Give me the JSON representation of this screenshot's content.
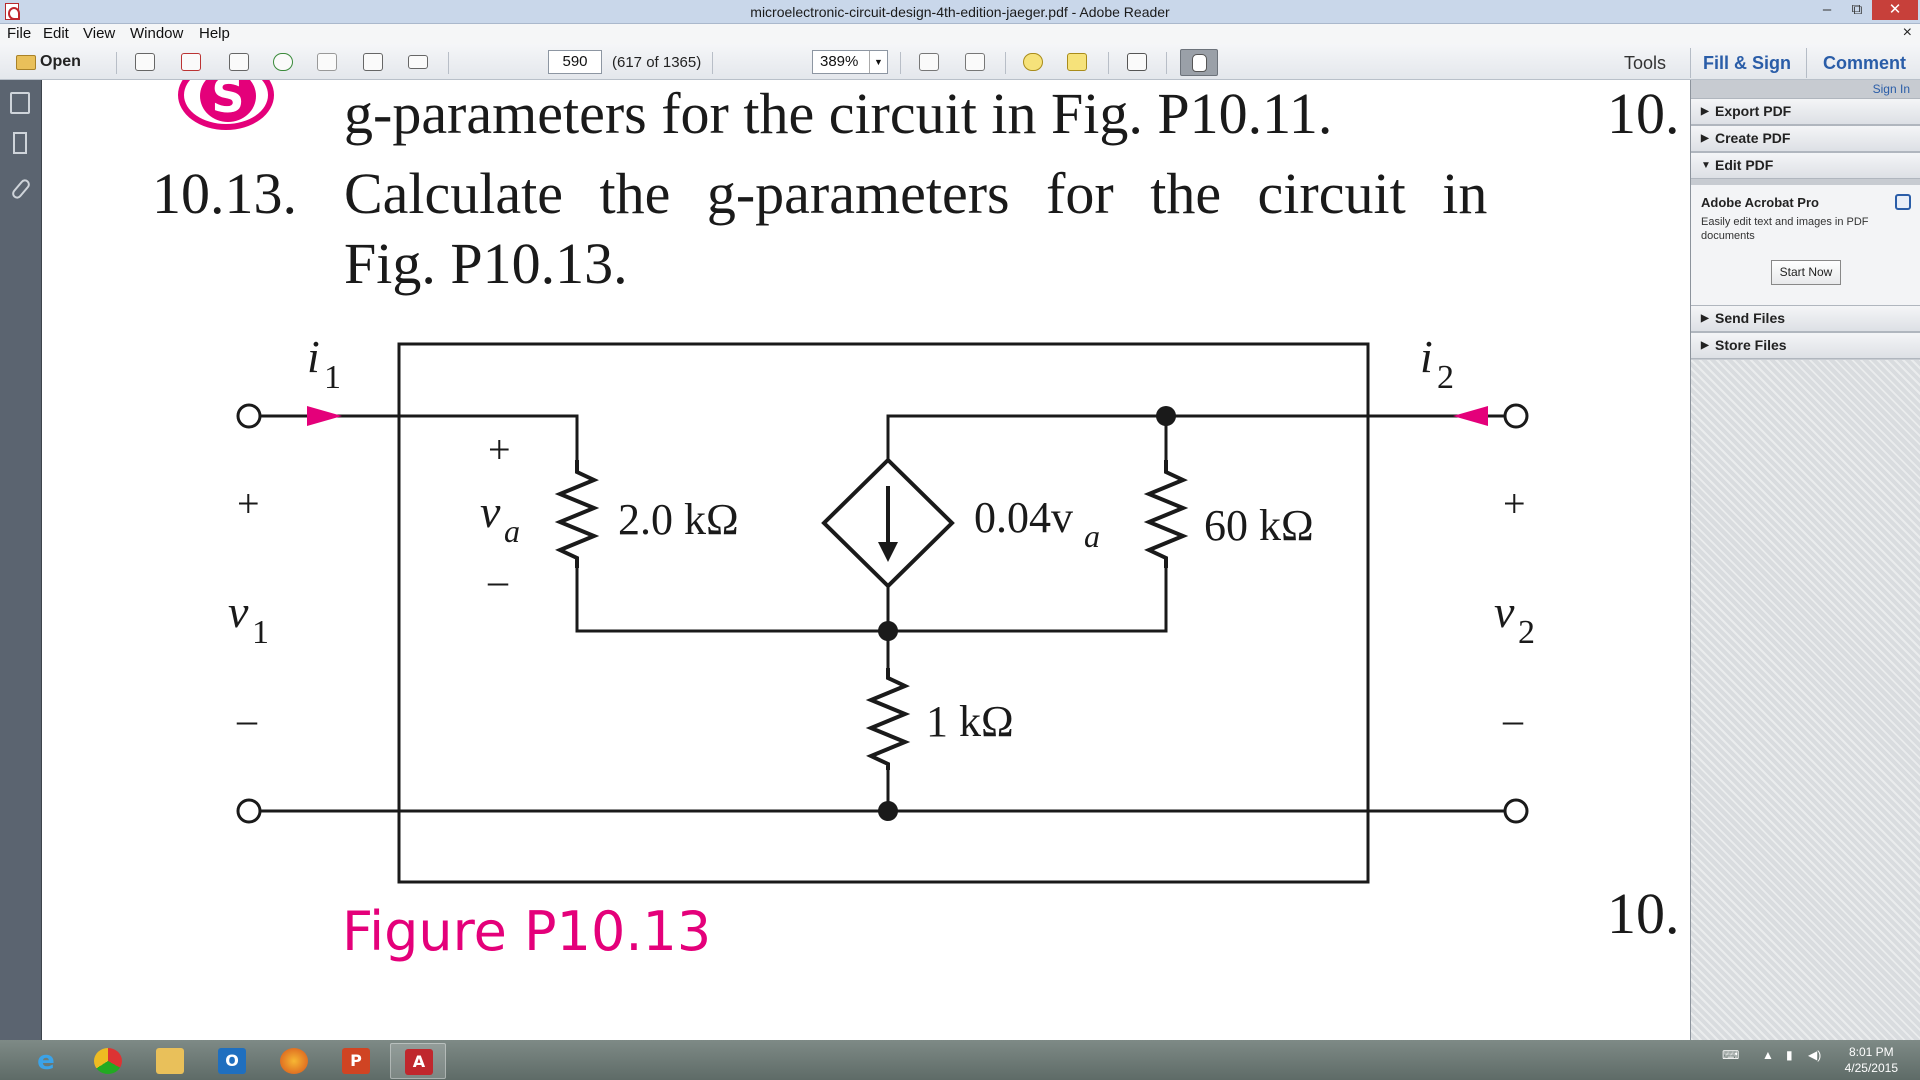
{
  "window": {
    "title": "microelectronic-circuit-design-4th-edition-jaeger.pdf - Adobe Reader",
    "minimize": "–",
    "restore": "⧉",
    "close": "✕"
  },
  "menu": {
    "items": [
      "File",
      "Edit",
      "View",
      "Window",
      "Help"
    ],
    "close": "×"
  },
  "toolbar": {
    "open_label": "Open",
    "page_number": "590",
    "page_count": "(617 of 1365)",
    "zoom": "389%",
    "nav": {
      "tools": "Tools",
      "fill_sign": "Fill & Sign",
      "comment": "Comment"
    }
  },
  "document": {
    "prev_problem_text": "g-parameters for the circuit in Fig. P10.11.",
    "problem_number": "10.13.",
    "problem_line1": "Calculate the g-parameters for the circuit in",
    "problem_line2": "Fig. P10.13.",
    "side_number_top": "10.",
    "side_number_bottom": "10.",
    "badge_letter": "S",
    "figure_caption": "Figure P10.13",
    "circuit": {
      "i1": "i",
      "i1_sub": "1",
      "i2": "i",
      "i2_sub": "2",
      "v1": "v",
      "v1_sub": "1",
      "v2": "v",
      "v2_sub": "2",
      "va": "v",
      "va_sub": "a",
      "plus": "+",
      "minus": "–",
      "r1": "2.0 kΩ",
      "source": "0.04v",
      "source_sub": "a",
      "r2": "60 kΩ",
      "r3": "1 kΩ"
    }
  },
  "right_panel": {
    "sign_in": "Sign In",
    "sections": [
      "Export PDF",
      "Create PDF",
      "Edit PDF",
      "Send Files",
      "Store Files"
    ],
    "product": "Adobe Acrobat Pro",
    "product_desc": "Easily edit text and images in PDF documents",
    "start_button": "Start Now"
  },
  "taskbar": {
    "apps": [
      "Internet Explorer",
      "Chrome",
      "File Explorer",
      "Outlook",
      "Firefox",
      "PowerPoint",
      "Adobe Reader"
    ],
    "time": "8:01 PM",
    "date": "4/25/2015"
  },
  "colors": {
    "accent_magenta": "#e4007a",
    "link_blue": "#2a5da8"
  }
}
